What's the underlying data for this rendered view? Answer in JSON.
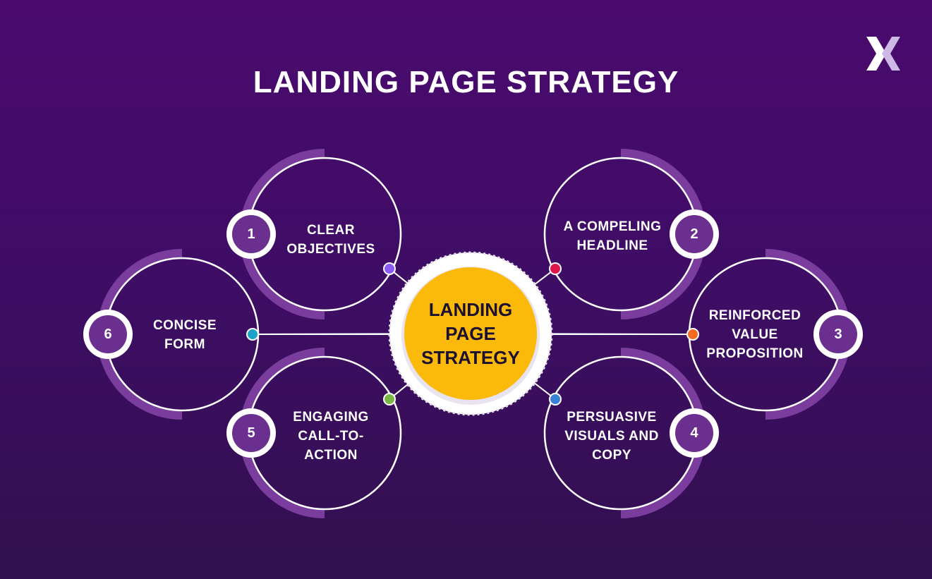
{
  "title": "LANDING PAGE STRATEGY",
  "logo": "x-brand-logo",
  "center": {
    "label": "LANDING PAGE STRATEGY"
  },
  "nodes": [
    {
      "number": "1",
      "label": "CLEAR OBJECTIVES",
      "dot_color": "#8a5cf5"
    },
    {
      "number": "2",
      "label": "A COMPELING HEADLINE",
      "dot_color": "#e0144c"
    },
    {
      "number": "3",
      "label": "REINFORCED VALUE PROPOSITION",
      "dot_color": "#f36a21"
    },
    {
      "number": "4",
      "label": "PERSUASIVE VISUALS AND COPY",
      "dot_color": "#3b82d6"
    },
    {
      "number": "5",
      "label": "ENGAGING CALL-TO-ACTION",
      "dot_color": "#7ab648"
    },
    {
      "number": "6",
      "label": "CONCISE FORM",
      "dot_color": "#1aa3c7"
    }
  ],
  "colors": {
    "background_top": "#4a0a6e",
    "background_bottom": "#32104f",
    "ring_arc": "#7a3d9e",
    "badge_fill": "#6b2f8f",
    "center_fill": "#fbb909"
  }
}
